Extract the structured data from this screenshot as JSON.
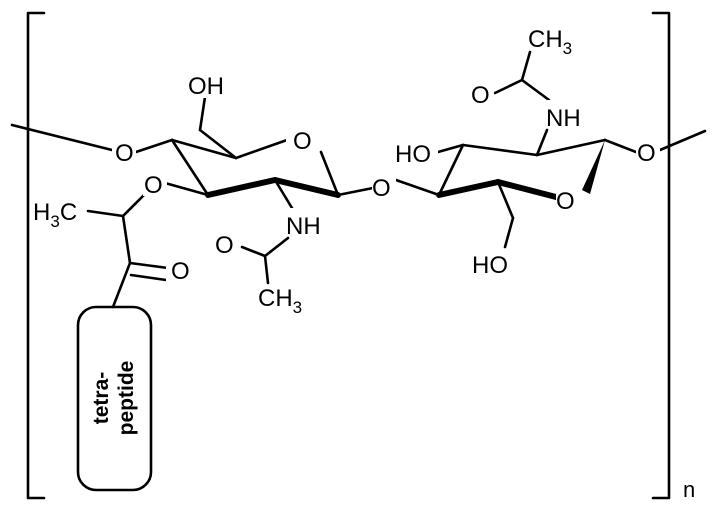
{
  "diagram": {
    "labels": {
      "oh_top": "OH",
      "o_left_link": "O",
      "o_ring1": "O",
      "o_lactyl": "O",
      "h3c": "H3C",
      "o_carbonyl1": "O",
      "nh1": "NH",
      "o_acetyl1": "O",
      "ch3_bottom": "CH3",
      "o_glyco": "O",
      "ho_ring2": "HO",
      "o_ring2": "O",
      "ho_bottom": "HO",
      "nh2": "NH",
      "o_acetyl2": "O",
      "ch3_top": "CH3",
      "o_right_link": "O"
    },
    "box": {
      "line1": "tetra-",
      "line2": "peptide"
    },
    "repeat_subscript": "n"
  }
}
